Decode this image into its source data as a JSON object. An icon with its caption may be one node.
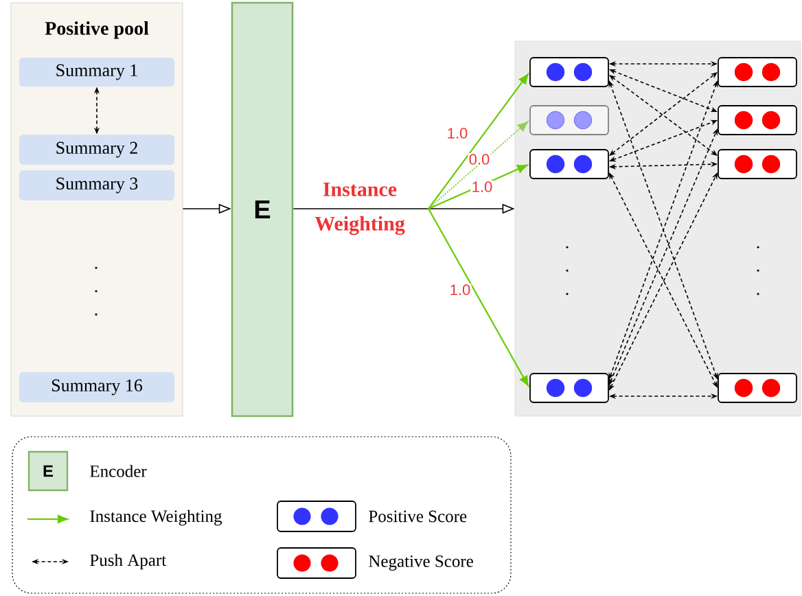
{
  "diagram": {
    "nodes": [
      {
        "text": [
          "Positive pool"
        ]
      },
      {
        "text": [
          "Summary 1"
        ],
        "in": 0
      },
      {
        "text": [
          "Summary 2"
        ],
        "in": 0
      },
      {
        "text": [
          "Summary 3"
        ],
        "in": 0
      },
      {
        "text": [
          "Summary 16"
        ],
        "in": 0
      },
      {
        "text": [
          "E"
        ]
      },
      {
        "text": [],
        "shape": "box"
      },
      {
        "text": [],
        "shape": "box",
        "in": 6
      },
      {
        "text": [],
        "shape": "box",
        "in": 6
      },
      {
        "text": [],
        "shape": "box",
        "in": 6
      },
      {
        "text": [],
        "shape": "box",
        "in": 6
      },
      {
        "text": [],
        "shape": "box",
        "in": 6
      },
      {
        "text": [],
        "shape": "box",
        "in": 6
      },
      {
        "text": [],
        "shape": "box",
        "in": 6
      },
      {
        "text": [],
        "shape": "box",
        "in": 6
      }
    ],
    "edges": [
      {
        "from": 1,
        "to": 2,
        "arrow": "both",
        "style": "dashed"
      },
      {
        "from": 0,
        "to": 5,
        "arrow": "to"
      },
      {
        "from": 5,
        "to": 6,
        "arrow": "to",
        "label": "Instance Weighting"
      },
      {
        "from": null,
        "to": 7,
        "arrow": "to",
        "label": "1.0",
        "color": "#66cc00"
      },
      {
        "from": null,
        "to": 8,
        "arrow": "to",
        "label": "0.0",
        "color": "#8fd14f",
        "style": "dashed"
      },
      {
        "from": null,
        "to": 9,
        "arrow": "to",
        "label": "1.0",
        "color": "#66cc00"
      },
      {
        "from": null,
        "to": 10,
        "arrow": "to",
        "label": "1.0",
        "color": "#66cc00"
      },
      {
        "from": 7,
        "to": 11,
        "arrow": "both",
        "style": "dashed"
      },
      {
        "from": 7,
        "to": 12,
        "arrow": "both",
        "style": "dashed"
      },
      {
        "from": 7,
        "to": 13,
        "arrow": "both",
        "style": "dashed"
      },
      {
        "from": 7,
        "to": 14,
        "arrow": "both",
        "style": "dashed"
      },
      {
        "from": 9,
        "to": 11,
        "arrow": "both",
        "style": "dashed"
      },
      {
        "from": 9,
        "to": 12,
        "arrow": "both",
        "style": "dashed"
      },
      {
        "from": 9,
        "to": 13,
        "arrow": "both",
        "style": "dashed"
      },
      {
        "from": 9,
        "to": 14,
        "arrow": "both",
        "style": "dashed"
      },
      {
        "from": 10,
        "to": 11,
        "arrow": "both",
        "style": "dashed"
      },
      {
        "from": 10,
        "to": 12,
        "arrow": "both",
        "style": "dashed"
      },
      {
        "from": 10,
        "to": 13,
        "arrow": "both",
        "style": "dashed"
      },
      {
        "from": 10,
        "to": 14,
        "arrow": "both",
        "style": "dashed"
      }
    ],
    "labels": [
      "E"
    ],
    "legend": [
      {
        "text": "Encoder"
      },
      {
        "text": "Instance Weighting"
      },
      {
        "text": "Push Apart"
      },
      {
        "text": "Positive Score"
      },
      {
        "text": "Negative Score"
      }
    ]
  }
}
